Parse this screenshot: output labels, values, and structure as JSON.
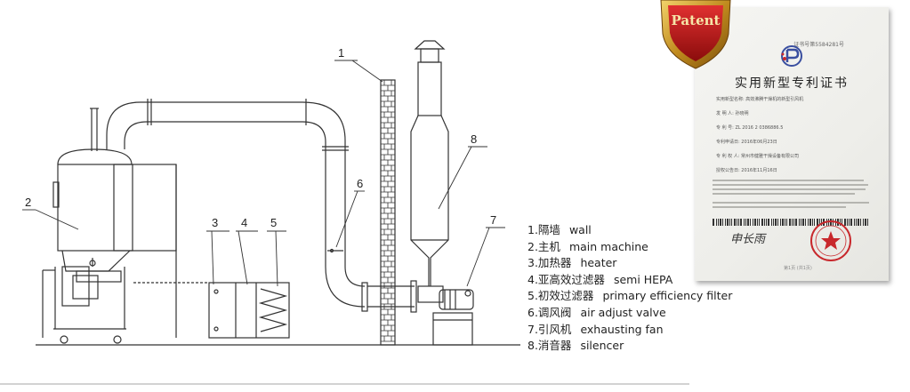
{
  "callouts": [
    "1",
    "2",
    "3",
    "4",
    "5",
    "6",
    "7",
    "8"
  ],
  "legend": [
    {
      "cn": "1.隔墙",
      "en": "wall"
    },
    {
      "cn": "2.主机",
      "en": "main machine"
    },
    {
      "cn": "3.加热器",
      "en": "heater"
    },
    {
      "cn": "4.亚高效过滤器",
      "en": "semi HEPA"
    },
    {
      "cn": "5.初效过滤器",
      "en": "primary efficiency filter"
    },
    {
      "cn": "6.调风阀",
      "en": "air adjust valve"
    },
    {
      "cn": "7.引风机",
      "en": "exhausting fan"
    },
    {
      "cn": "8.消音器",
      "en": "silencer"
    }
  ],
  "badge": {
    "text": "Patent"
  },
  "certificate": {
    "number": "证书号第5584281号",
    "title": "实用新型专利证书",
    "fields": [
      "实用新型名称: 高效沸腾干燥机的新型引风机",
      "发 明 人: 孙晓明",
      "专 利 号: ZL 2016 2 0386886.5",
      "专利申请日: 2016年06月23日",
      "专 利 权 人: 常州市健雅干燥设备有限公司",
      "授权公告日: 2016年11月16日"
    ],
    "signature": "申长雨",
    "page": "第1页 (共1页)"
  },
  "colors": {
    "line": "#333333",
    "badge_red": "#c01515",
    "seal_red": "#c8282c"
  }
}
